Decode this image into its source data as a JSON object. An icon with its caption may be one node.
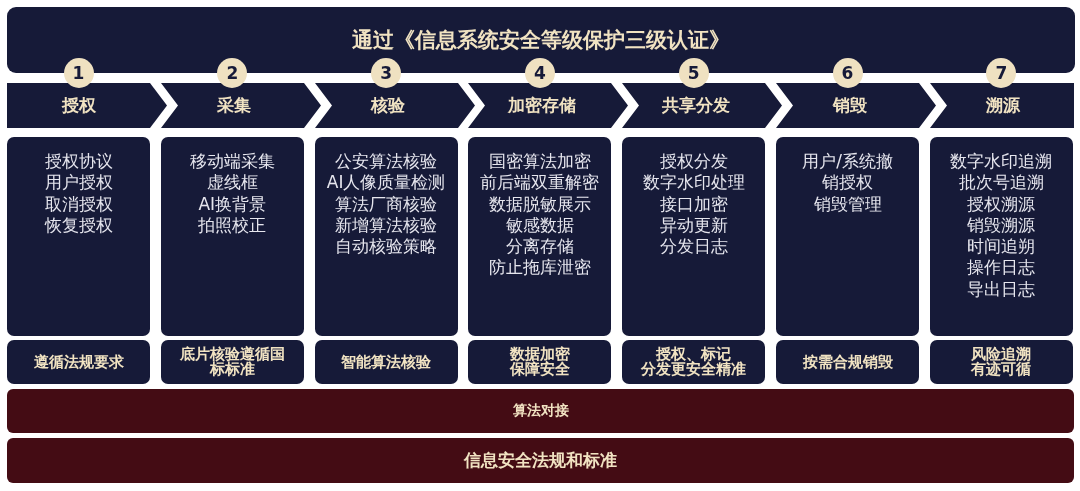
{
  "diagram": {
    "nodes": [
      {
        "text": [
          "通过《信息系统安全等级保护三级认证》"
        ]
      },
      {
        "text": [
          "1"
        ]
      },
      {
        "text": [
          "2"
        ]
      },
      {
        "text": [
          "3"
        ]
      },
      {
        "text": [
          "4"
        ]
      },
      {
        "text": [
          "5"
        ]
      },
      {
        "text": [
          "6"
        ]
      },
      {
        "text": [
          "7"
        ]
      },
      {
        "text": [
          "授权"
        ]
      },
      {
        "text": [
          "采集"
        ]
      },
      {
        "text": [
          "核验"
        ]
      },
      {
        "text": [
          "加密存储"
        ]
      },
      {
        "text": [
          "共享分发"
        ]
      },
      {
        "text": [
          "销毁"
        ]
      },
      {
        "text": [
          "溯源"
        ]
      },
      {
        "text": [
          "授权协议",
          "用户授权",
          "取消授权",
          "恢复授权"
        ]
      },
      {
        "text": [
          "移动端采集",
          "虚线框",
          "AI换背景",
          "拍照校正"
        ]
      },
      {
        "text": [
          "公安算法核验",
          "AI人像质量检测",
          "算法厂商核验",
          "新增算法核验",
          "自动核验策略"
        ]
      },
      {
        "text": [
          "国密算法加密",
          "前后端双重解密",
          "数据脱敏展示",
          "敏感数据",
          "分离存储",
          "防止拖库泄密"
        ]
      },
      {
        "text": [
          "授权分发",
          "数字水印处理",
          "接口加密",
          "异动更新",
          "分发日志"
        ]
      },
      {
        "text": [
          "用户/系统撤销授权",
          "销毁管理"
        ]
      },
      {
        "text": [
          "数字水印追溯",
          "批次号追溯",
          "授权溯源",
          "销毁溯源",
          "时间追朔",
          "操作日志",
          "导出日志"
        ]
      },
      {
        "text": [
          "遵循法规要求"
        ]
      },
      {
        "text": [
          "底片核验遵循国标标准"
        ]
      },
      {
        "text": [
          "智能算法核验"
        ]
      },
      {
        "text": [
          "数据加密保障安全"
        ]
      },
      {
        "text": [
          "授权、标记分发更安全精准"
        ]
      },
      {
        "text": [
          "按需合规销毁"
        ]
      },
      {
        "text": [
          "风险追溯有迹可循"
        ]
      },
      {
        "text": [
          "算法对接"
        ]
      },
      {
        "text": [
          "信息安全法规和标准"
        ]
      }
    ]
  }
}
